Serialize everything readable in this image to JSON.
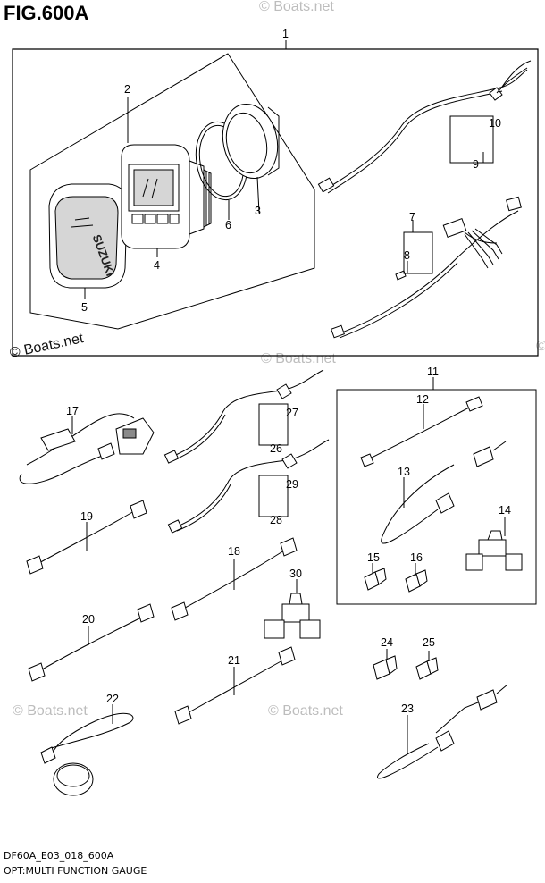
{
  "figure": {
    "title": "FIG.600A",
    "code": "DF60A_E03_018_600A",
    "caption": "OPT:MULTI FUNCTION GAUGE"
  },
  "brand_text": "SUZUKI",
  "watermarks": {
    "main": "© Boats.net",
    "faint": "© Boats.net"
  },
  "callouts": {
    "c1": "1",
    "c2": "2",
    "c3": "3",
    "c4": "4",
    "c5": "5",
    "c6": "6",
    "c7": "7",
    "c8": "8",
    "c9": "9",
    "c10": "10",
    "c11": "11",
    "c12": "12",
    "c13": "13",
    "c14": "14",
    "c15": "15",
    "c16": "16",
    "c17": "17",
    "c18": "18",
    "c19": "19",
    "c20": "20",
    "c21": "21",
    "c22": "22",
    "c23": "23",
    "c24": "24",
    "c25": "25",
    "c26": "26",
    "c27": "27",
    "c28": "28",
    "c29": "29",
    "c30": "30"
  }
}
